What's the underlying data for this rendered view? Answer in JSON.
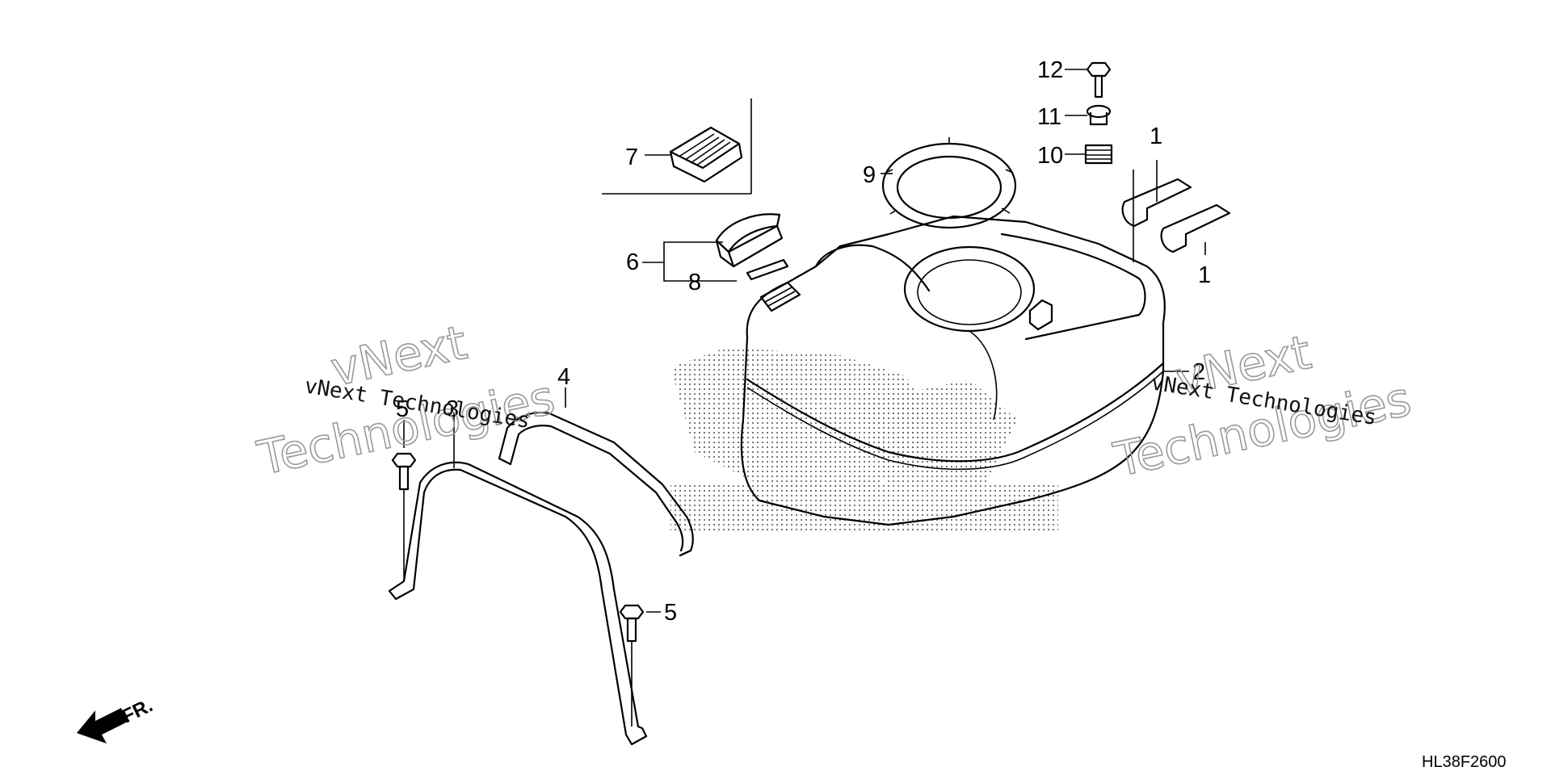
{
  "diagram_code": "HL38F2600",
  "direction_label": "FR.",
  "watermark": {
    "brand": "vNext",
    "word": "Technologies",
    "full": "vNext Technologies"
  },
  "parts": {
    "p1a": "1",
    "p1b": "1",
    "p2": "2",
    "p3": "3",
    "p4": "4",
    "p5a": "5",
    "p5b": "5",
    "p6": "6",
    "p7": "7",
    "p8": "8",
    "p9": "9",
    "p10": "10",
    "p11": "11",
    "p12": "12"
  }
}
